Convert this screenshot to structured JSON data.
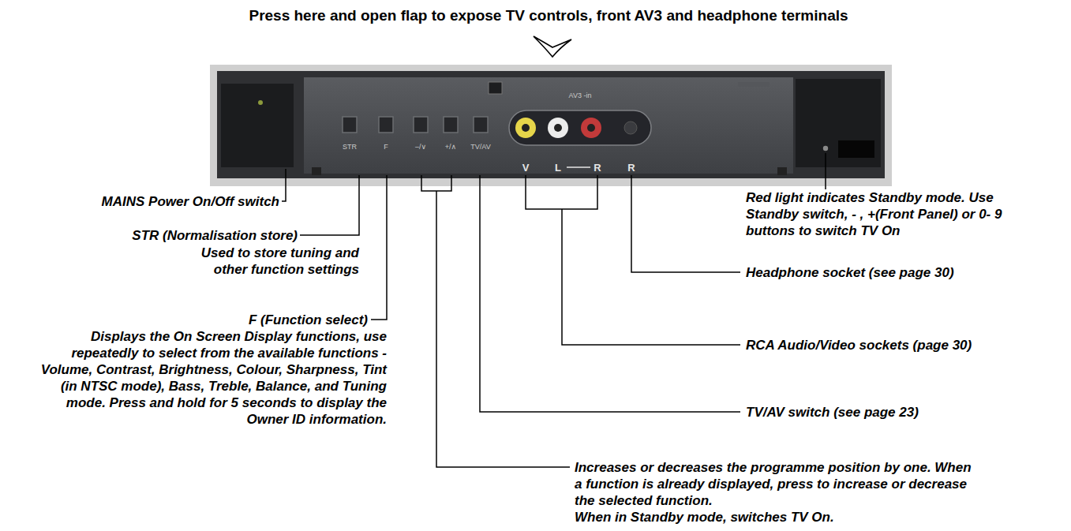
{
  "diagram": {
    "title": "Press here and open flap to expose TV controls, front AV3 and headphone terminals",
    "labels": [
      "MAINS Power On/Off switch",
      "STR (Normalisation store)",
      "Used to store tuning and other function settings",
      "F (Function select)",
      "Displays the On Screen Display functions, use repeatedly to select from the available functions - Volume, Contrast, Brightness, Colour, Sharpness, Tint (in NTSC mode), Bass, Treble, Balance, and Tuning mode. Press and hold for 5 seconds to display the Owner ID information.",
      "Increases or decreases the programme position by one. When a function is already displayed, press to increase or decrease the selected function.",
      "When in Standby mode, switches TV On.",
      "TV/AV switch (see page 23)",
      "RCA Audio/Video sockets (page 30)",
      "Headphone socket (see page 30)",
      "Red light indicates Standby mode. Use Standby switch, - , +(Front Panel) or 0- 9 buttons to switch TV On",
      "STR",
      "F",
      "–/∨",
      "+/∧",
      "TV/AV",
      "AV3 -in",
      "V",
      "L",
      "R",
      "R"
    ]
  }
}
